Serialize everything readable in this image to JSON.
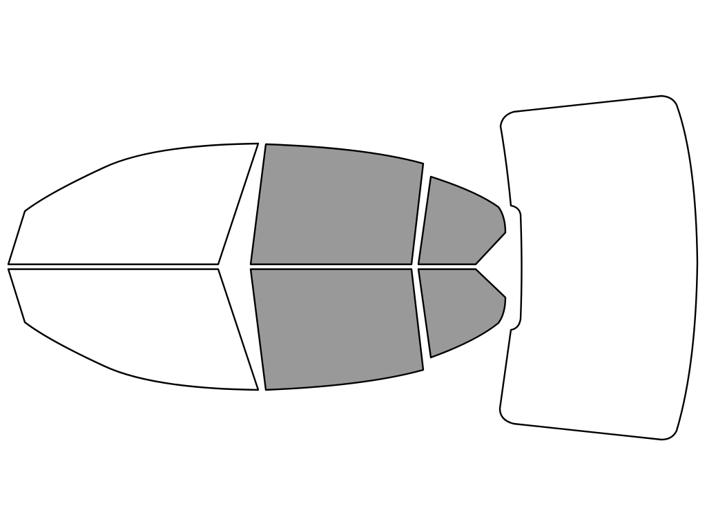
{
  "colors": {
    "background": "#ffffff",
    "outline": "#000000",
    "tinted": "#999999",
    "untinted": "#ffffff"
  },
  "panes": [
    {
      "name": "front-door-window-left",
      "tinted": false
    },
    {
      "name": "front-door-window-right",
      "tinted": false
    },
    {
      "name": "rear-door-window-left",
      "tinted": true
    },
    {
      "name": "rear-door-window-right",
      "tinted": true
    },
    {
      "name": "rear-quarter-window-left",
      "tinted": true
    },
    {
      "name": "rear-quarter-window-right",
      "tinted": true
    },
    {
      "name": "rear-windshield",
      "tinted": false
    }
  ]
}
